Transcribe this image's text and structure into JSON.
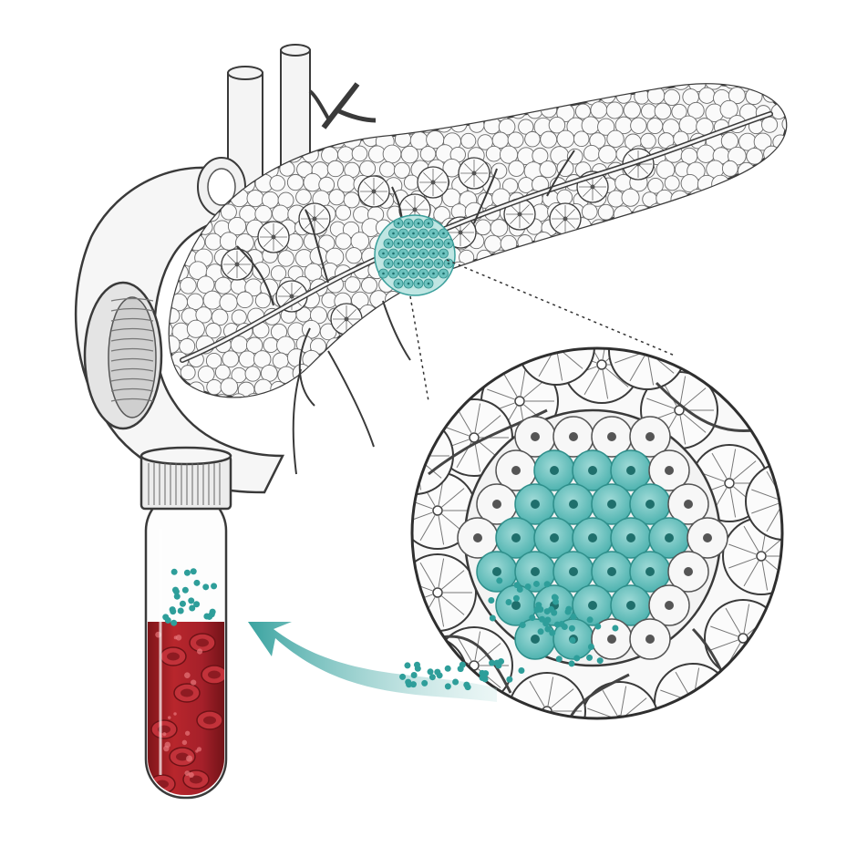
{
  "figure": {
    "background": "#ffffff",
    "ink": "#3a3a3a",
    "accent_teal": "#4fb3b0",
    "accent_teal_dark": "#1f8c8a",
    "blood_red": "#b8262c",
    "blood_dark": "#7a1418"
  },
  "parts": [
    {
      "name": "pancreas",
      "icon": "pancreas-illustration"
    },
    {
      "name": "duodenum",
      "icon": "duodenum-illustration"
    },
    {
      "name": "blood-vessels",
      "icon": "vessel-illustration"
    },
    {
      "name": "islet",
      "icon": "islet-highlight"
    },
    {
      "name": "magnified-islet",
      "icon": "magnifier-circle"
    },
    {
      "name": "hormone-release",
      "icon": "arrow-and-particles"
    },
    {
      "name": "blood-tube",
      "icon": "test-tube-illustration"
    }
  ]
}
